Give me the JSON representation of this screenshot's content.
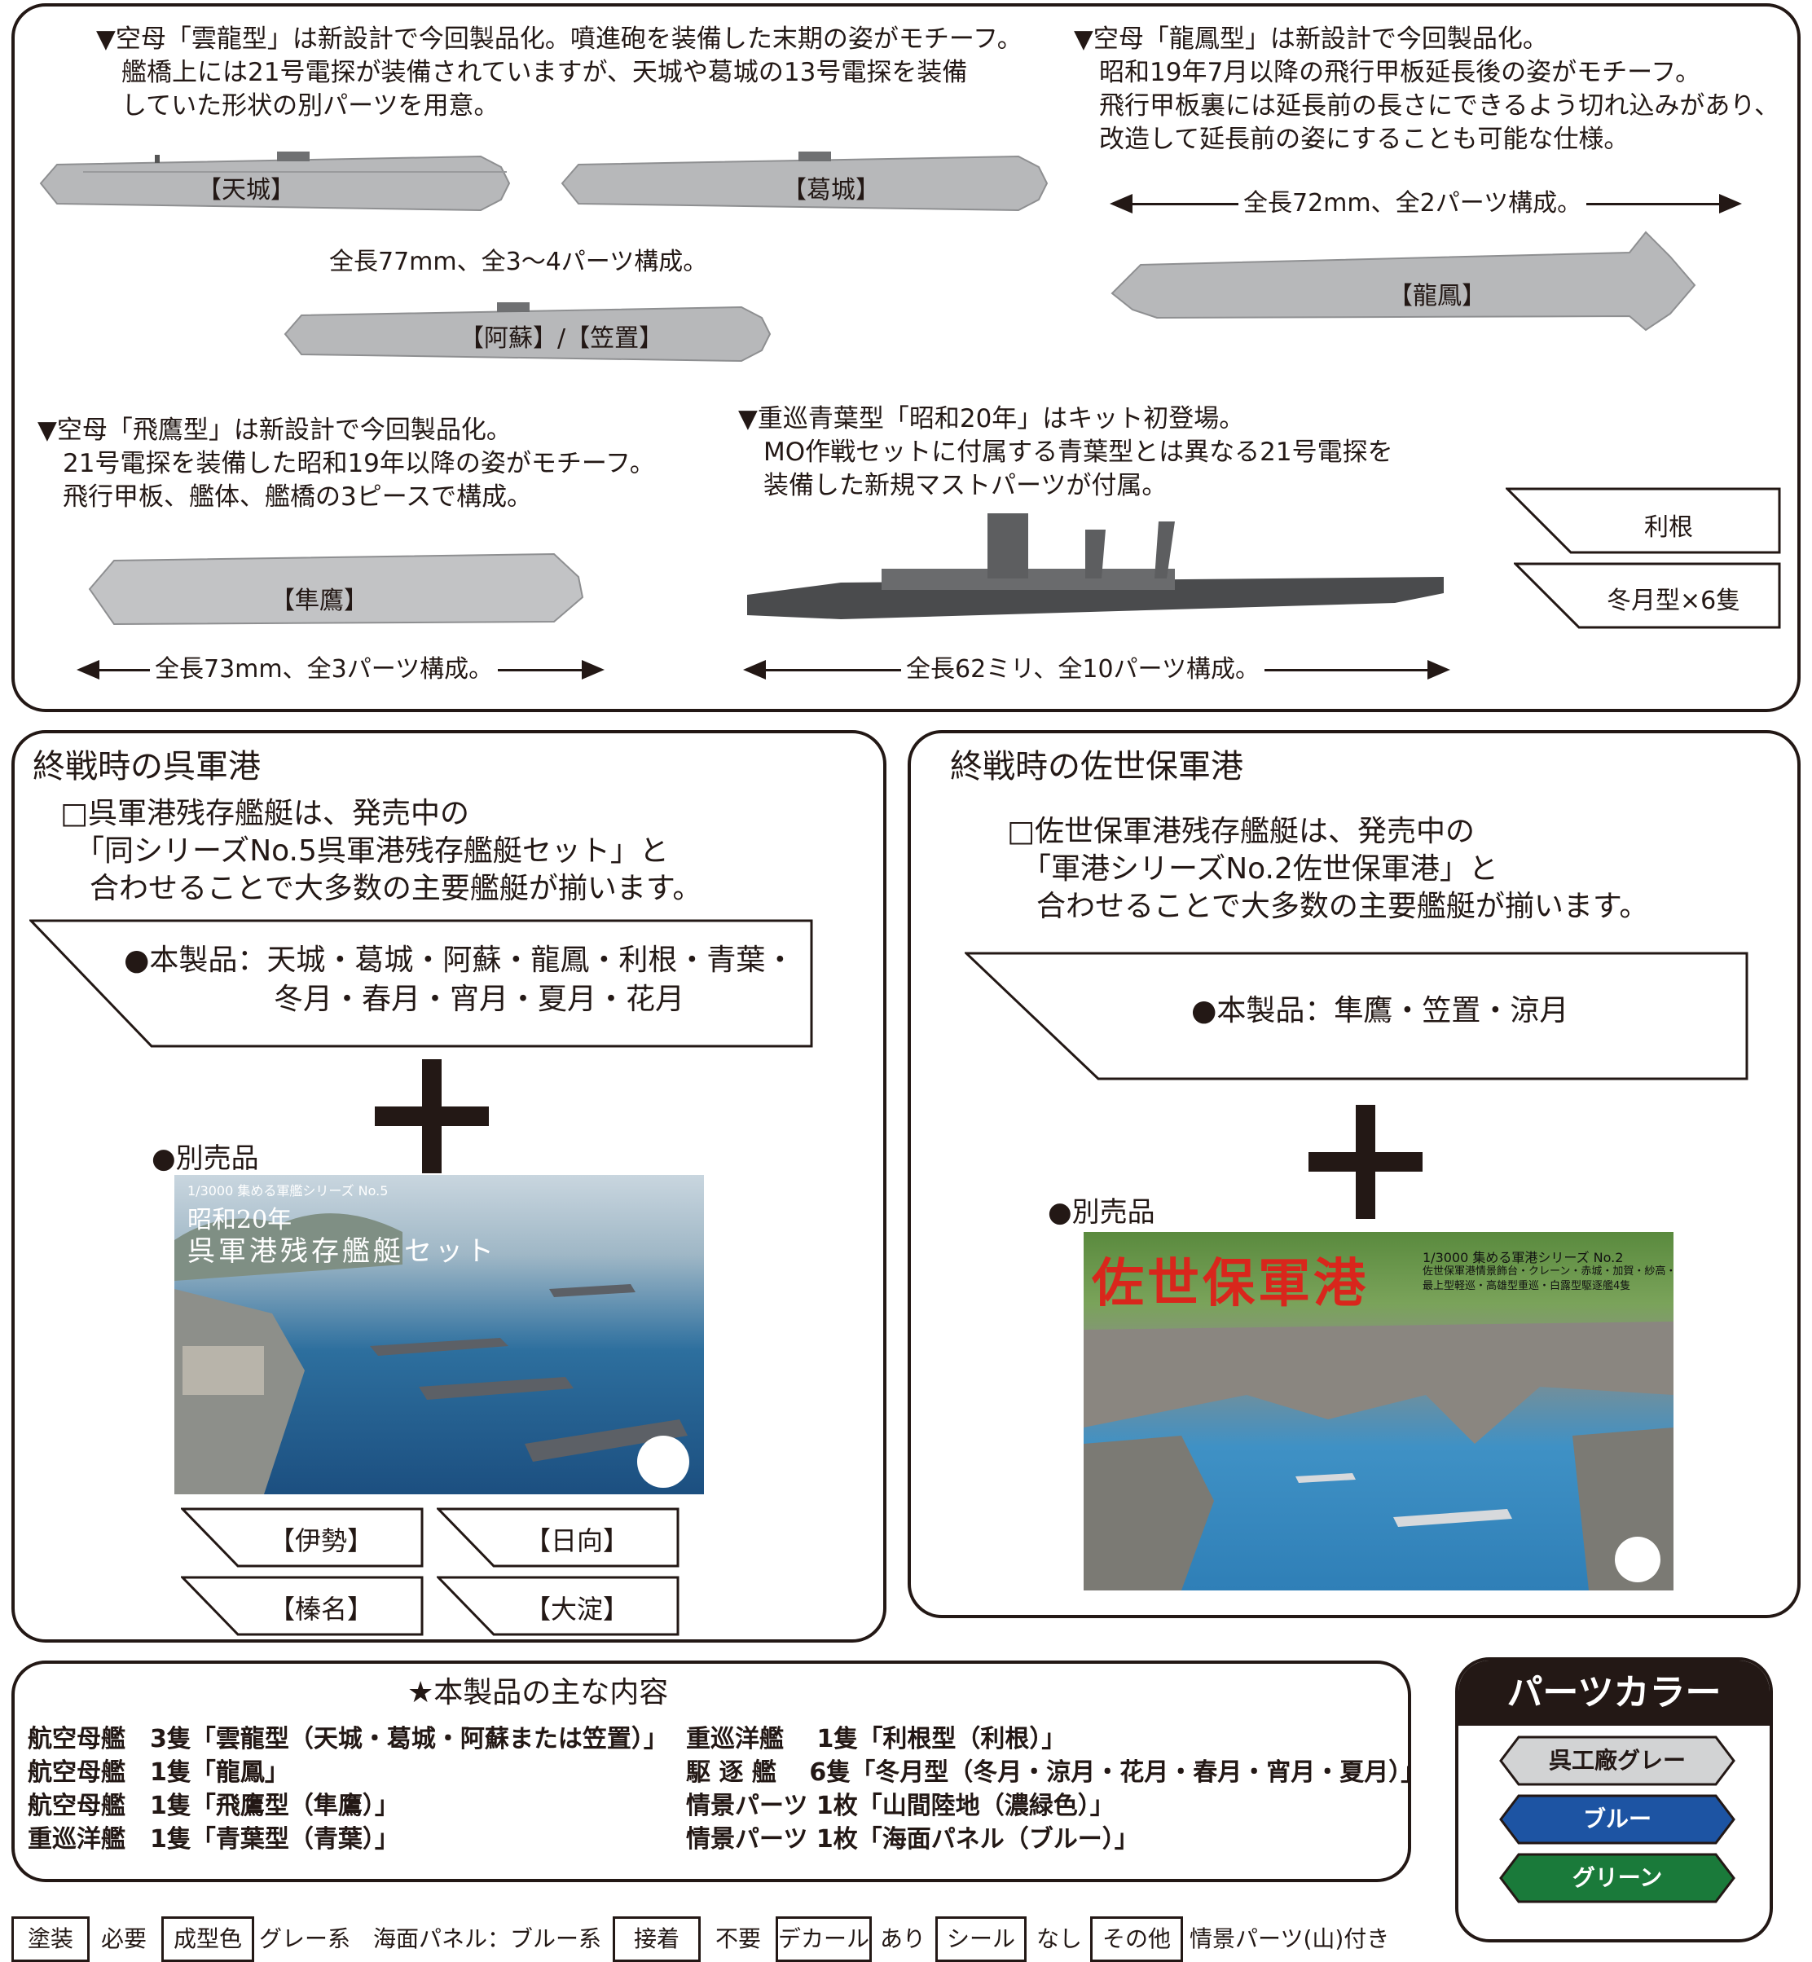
{
  "top_section": {
    "unryu_note": "▼空母「雲龍型」は新設計で今回製品化。噴進砲を装備した末期の姿がモチーフ。\n　艦橋上には21号電探が装備されていますが、天城や葛城の13号電探を装備\n　していた形状の別パーツを用意。",
    "ryuho_note": "▼空母「龍鳳型」は新設計で今回製品化。\n　昭和19年7月以降の飛行甲板延長後の姿がモチーフ。\n　飛行甲板裏には延長前の長さにできるよう切れ込みがあり、\n　改造して延長前の姿にすることも可能な仕様。",
    "hiyo_note": "▼空母「飛鷹型」は新設計で今回製品化。\n　21号電探を装備した昭和19年以降の姿がモチーフ。\n　飛行甲板、艦体、艦橋の3ピースで構成。",
    "aoba_note": "▼重巡青葉型「昭和20年」はキット初登場。\n　MO作戦セットに付属する青葉型とは異なる21号電探を\n　装備した新規マストパーツが付属。",
    "ship_amagi": "【天城】",
    "ship_katsuragi": "【葛城】",
    "ship_aso_kasagi": "【阿蘇】/【笠置】",
    "ship_ryuho": "【龍鳳】",
    "ship_junyo": "【隼鷹】",
    "unryu_spec": "全長77mm、全3～4パーツ構成。",
    "ryuho_spec": "全長72mm、全2パーツ構成。",
    "junyo_spec": "全長73mm、全3パーツ構成。",
    "aoba_spec": "全長62ミリ、全10パーツ構成。",
    "tag_tone": "利根",
    "tag_fuyuzuki": "冬月型×6隻"
  },
  "kure": {
    "title": "終戦時の呉軍港",
    "text": "□呉軍港残存艦艇は、発売中の\n　「同シリーズNo.5呉軍港残存艦艇セット」と\n　合わせることで大多数の主要艦艇が揃います。",
    "product_line1": "●本製品：天城・葛城・阿蘇・龍鳳・利根・青葉・",
    "product_line2": "冬月・春月・宵月・夏月・花月",
    "separate": "●別売品",
    "box_series": "1/3000 集める軍艦シリーズ No.5",
    "box_title1": "昭和20年",
    "box_title2": "呉軍港残存艦艇セット",
    "tags": [
      "【伊勢】",
      "【日向】",
      "【榛名】",
      "【大淀】"
    ]
  },
  "sasebo": {
    "title": "終戦時の佐世保軍港",
    "text": "□佐世保軍港残存艦艇は、発売中の\n　「軍港シリーズNo.2佐世保軍港」と\n　合わせることで大多数の主要艦艇が揃います。",
    "product": "●本製品：隼鷹・笠置・涼月",
    "separate": "●別売品",
    "box_title": "佐世保軍港",
    "box_series": "1/3000 集める軍港シリーズ No.2",
    "box_desc": "佐世保軍港情景飾台・クレーン・赤城・加賀・紗高・\n最上型軽巡・高雄型重巡・白露型駆逐艦4隻"
  },
  "contents": {
    "title": "★本製品の主な内容",
    "left": "航空母艦　3隻「雲龍型（天城・葛城・阿蘇または笠置）」\n航空母艦　1隻「龍鳳」\n航空母艦　1隻「飛鷹型（隼鷹）」\n重巡洋艦　1隻「青葉型（青葉）」",
    "right": "重巡洋艦　 1隻「利根型（利根）」\n駆 逐 艦　 6隻「冬月型（冬月・涼月・花月・春月・宵月・夏月）」\n情景パーツ 1枚「山間陸地（濃緑色）」\n情景パーツ 1枚「海面パネル（ブルー）」"
  },
  "parts_color": {
    "title": "パーツカラー",
    "chips": [
      {
        "label": "呉工廠グレー",
        "bg": "#d2d3d4",
        "fg": "#231815"
      },
      {
        "label": "ブルー",
        "bg": "#1d54a3",
        "fg": "#ffffff"
      },
      {
        "label": "グリーン",
        "bg": "#1a7a3a",
        "fg": "#ffffff"
      }
    ]
  },
  "footer": {
    "k1": "塗装",
    "v1": "必要",
    "k2": "成型色",
    "v2": "グレー系　海面パネル：ブルー系",
    "k3": "接着",
    "v3": "不要",
    "k4": "デカール",
    "v4": "あり",
    "k5": "シール",
    "v5": "なし",
    "k6": "その他",
    "v6": "情景パーツ(山)付き"
  }
}
